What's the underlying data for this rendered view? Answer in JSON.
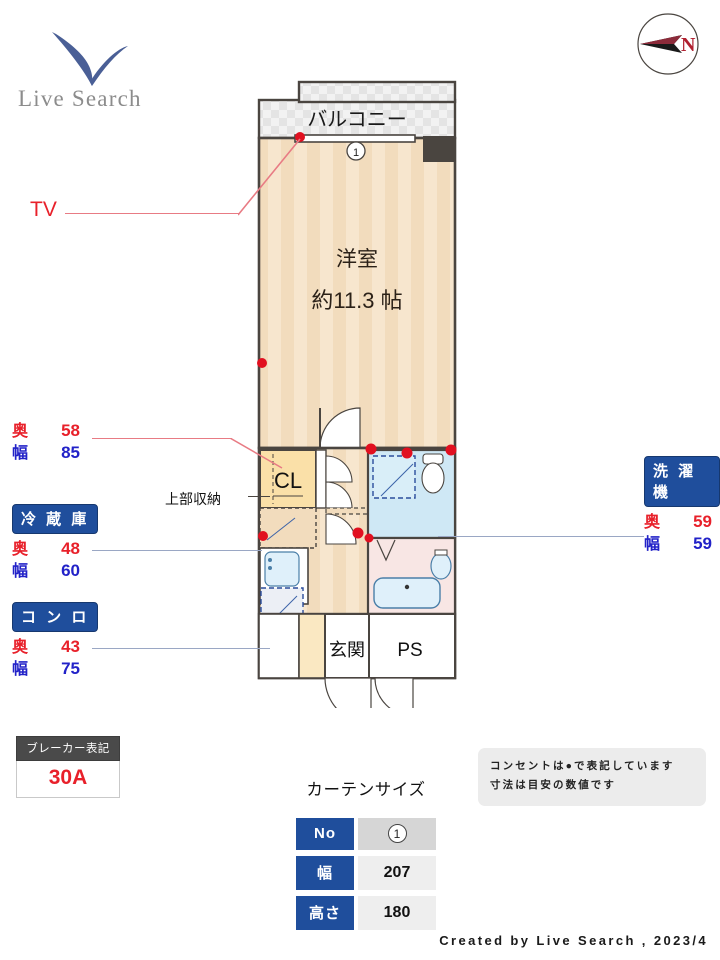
{
  "logo": {
    "wordmark": "Live Search",
    "mark_icon": "check-v-icon"
  },
  "compass": {
    "label": "N",
    "icon": "compass-north-arrow-icon"
  },
  "floorplan": {
    "balcony_label": "バルコニー",
    "room_name": "洋室",
    "room_size": "約11.3 帖",
    "window_marker": "1",
    "closet_label": "CL",
    "entrance_label": "玄関",
    "pipe_shaft_label": "PS"
  },
  "callouts": {
    "tv": "TV",
    "upper_storage": "上部収納",
    "closet_dims": {
      "depth_key": "奥",
      "depth_value": "58",
      "width_key": "幅",
      "width_value": "85"
    },
    "fridge": {
      "tag": "冷 蔵 庫",
      "depth_key": "奥",
      "depth_value": "48",
      "width_key": "幅",
      "width_value": "60"
    },
    "stove": {
      "tag": "コ ン ロ",
      "depth_key": "奥",
      "depth_value": "43",
      "width_key": "幅",
      "width_value": "75"
    },
    "washer": {
      "tag": "洗 濯 機",
      "depth_key": "奥",
      "depth_value": "59",
      "width_key": "幅",
      "width_value": "59"
    }
  },
  "breaker": {
    "title": "ブレーカー表記",
    "value": "30A"
  },
  "curtain": {
    "title": "カーテンサイズ",
    "rows": [
      {
        "key": "No",
        "value": "1"
      },
      {
        "key": "幅",
        "value": "207"
      },
      {
        "key": "高さ",
        "value": "180"
      }
    ]
  },
  "note": {
    "line1": "コンセントは●で表記しています",
    "line2": "寸法は目安の数値です"
  },
  "footer": "Created by Live Search , 2023/4",
  "colors": {
    "accent_blue": "#1f4e9c",
    "depth_red": "#e8202a",
    "width_blue": "#2222c8",
    "room_fill": "#f6e3ca",
    "wet_fill": "#cfe8f5",
    "closet_fill": "#fae0a8",
    "wall": "#4a4540"
  }
}
